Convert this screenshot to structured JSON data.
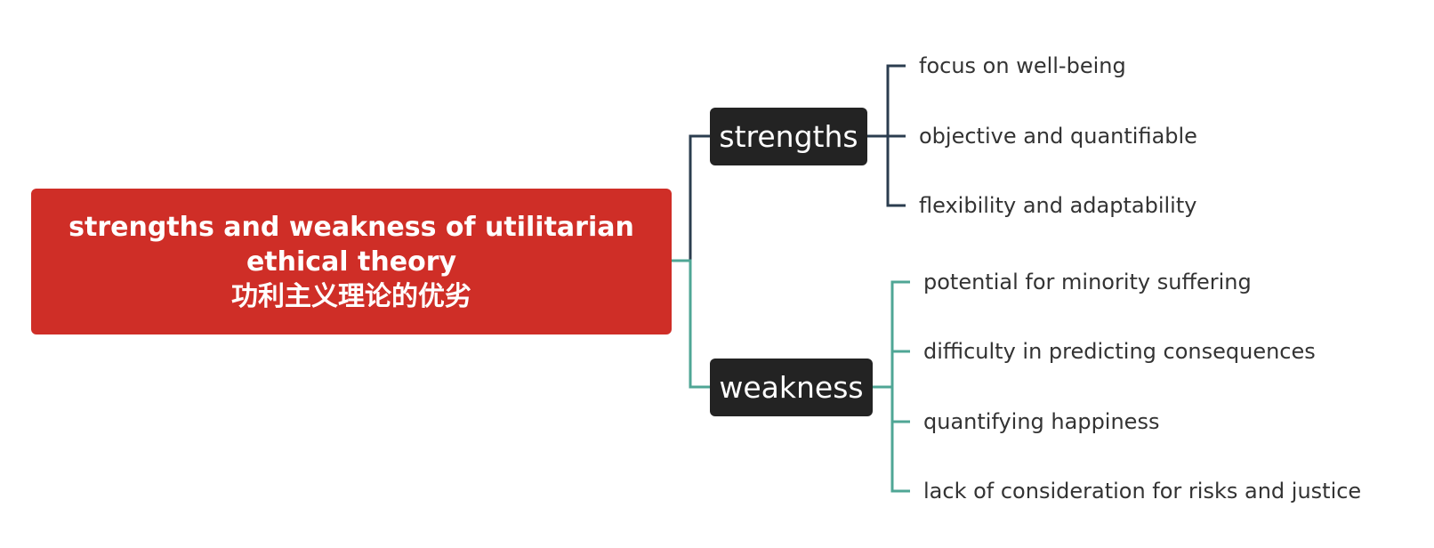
{
  "root": {
    "title_line1": "strengths and weakness of utilitarian",
    "title_line2": "ethical theory",
    "title_line3": "功利主义理论的优劣"
  },
  "branches": [
    {
      "label": "strengths",
      "color": "#2b3d4f",
      "items": [
        "focus on well-being",
        "objective and quantifiable",
        "flexibility and adaptability"
      ]
    },
    {
      "label": "weakness",
      "color": "#4fa695",
      "items": [
        "potential for minority suffering",
        "difficulty in predicting consequences",
        "quantifying happiness",
        "lack of consideration for risks and justice"
      ]
    }
  ],
  "colors": {
    "root_fill": "#cf2e27",
    "branch_fill": "#232323",
    "leaf_text": "#333333"
  }
}
